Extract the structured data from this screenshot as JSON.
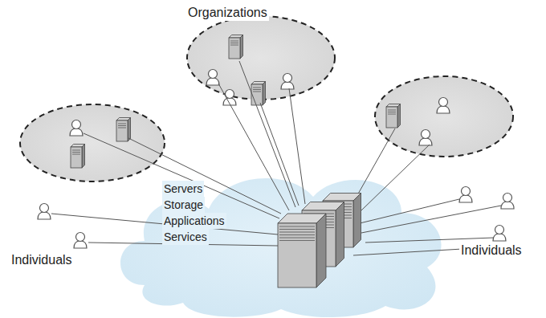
{
  "diagram": {
    "nodes": [
      {
        "text": [
          "Servers",
          "Storage",
          "Applications",
          "Services"
        ]
      }
    ],
    "labels": [
      "Organizations",
      "Individuals",
      "Individuals"
    ]
  }
}
